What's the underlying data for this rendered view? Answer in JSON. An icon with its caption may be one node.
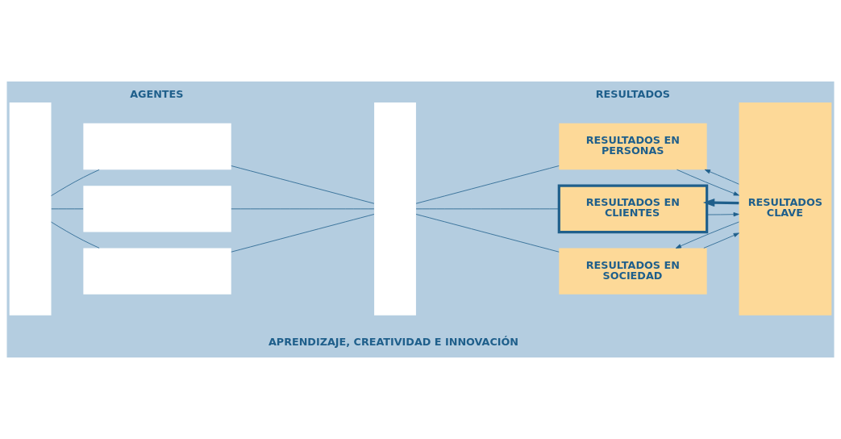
{
  "diagram": {
    "nodes": [
      {
        "text": [],
        "shape": "bar"
      },
      {
        "text": [],
        "shape": "box"
      },
      {
        "text": [],
        "shape": "box"
      },
      {
        "text": [],
        "shape": "box"
      },
      {
        "text": [],
        "shape": "bar"
      },
      {
        "text": [
          "RESULTADOS EN PERSONAS"
        ]
      },
      {
        "text": [
          "RESULTADOS EN CLIENTES"
        ]
      },
      {
        "text": [
          "RESULTADOS EN SOCIEDAD"
        ]
      },
      {
        "text": [
          "RESULTADOS CLAVE"
        ]
      }
    ],
    "edges": [
      {
        "from": 0,
        "to": 1,
        "arrow": "none"
      },
      {
        "from": 0,
        "to": 2,
        "arrow": "none"
      },
      {
        "from": 0,
        "to": 3,
        "arrow": "none"
      },
      {
        "from": 1,
        "to": 4,
        "arrow": "none"
      },
      {
        "from": 2,
        "to": 4,
        "arrow": "none"
      },
      {
        "from": 3,
        "to": 4,
        "arrow": "none"
      },
      {
        "from": 4,
        "to": 5,
        "arrow": "none"
      },
      {
        "from": 4,
        "to": 6,
        "arrow": "none"
      },
      {
        "from": 4,
        "to": 7,
        "arrow": "none"
      },
      {
        "from": 5,
        "to": 8,
        "arrow": "to"
      },
      {
        "from": 8,
        "to": 5,
        "arrow": "to"
      },
      {
        "from": 6,
        "to": 8,
        "arrow": "to"
      },
      {
        "from": 8,
        "to": 6,
        "arrow": "to",
        "style": "thick"
      },
      {
        "from": 7,
        "to": 8,
        "arrow": "to"
      },
      {
        "from": 8,
        "to": 7,
        "arrow": "to"
      }
    ],
    "labels": [
      "AGENTES",
      "RESULTADOS",
      "APRENDIZAJE, CREATIVIDAD E INNOVACIÓN"
    ]
  }
}
